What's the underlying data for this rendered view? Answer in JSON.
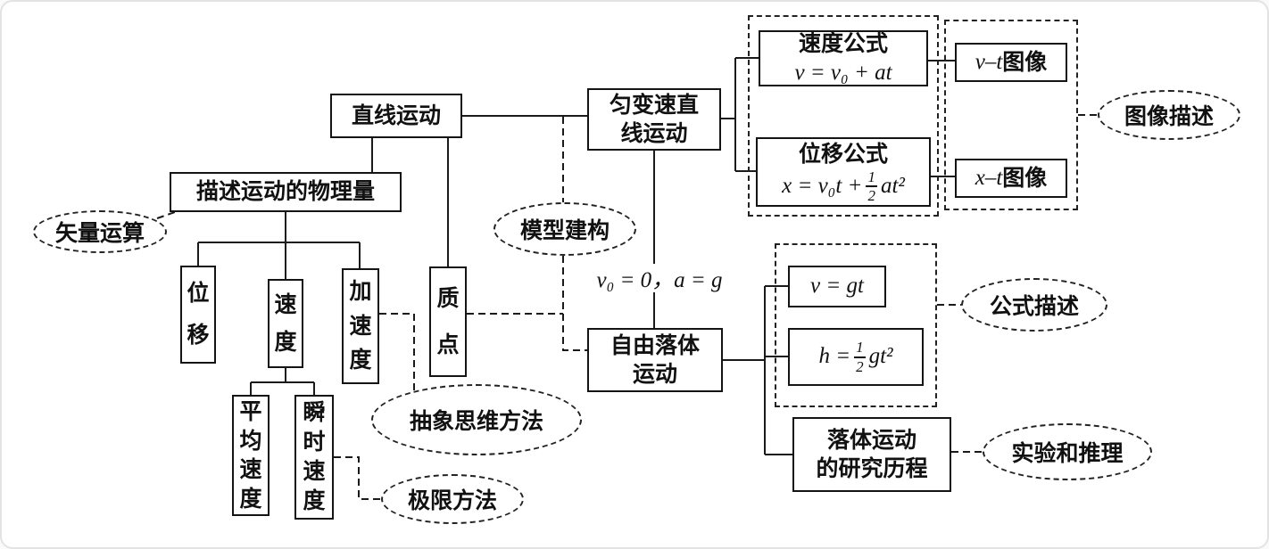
{
  "nodes": {
    "linear_motion": "直线运动",
    "quantities": "描述运动的物理量",
    "displacement": "位移",
    "velocity": "速度",
    "acceleration": "加速度",
    "particle": "质点",
    "average_velocity": "平均速度",
    "instant_velocity": "瞬时速度",
    "uniform_motion": "匀变速直\n线运动",
    "free_fall": "自由落体\n运动",
    "velocity_formula": {
      "title": "速度公式",
      "expr": "v = v₀ + at"
    },
    "displacement_formula": {
      "title": "位移公式",
      "expr_pre": "x = v₀t +",
      "frac_num": "1",
      "frac_den": "2",
      "expr_post": "at²"
    },
    "vt_graph": {
      "var": "v–t",
      "suffix": "图像"
    },
    "xt_graph": {
      "var": "x–t",
      "suffix": "图像"
    },
    "v_eq_gt": {
      "expr": "v = gt"
    },
    "h_eq": {
      "expr_pre": "h =",
      "frac_num": "1",
      "frac_den": "2",
      "expr_post": "gt²"
    },
    "fall_history": "落体运动\n的研究历程"
  },
  "ellipses": {
    "vector_operations": "矢量运算",
    "model_building": "模型建构",
    "abstract_thinking": "抽象思维方法",
    "limit_method": "极限方法",
    "graph_description": "图像描述",
    "formula_description": "公式描述",
    "experiment_reasoning": "实验和推理"
  },
  "edge_labels": {
    "freefall_condition": "v₀ = 0，a = g"
  },
  "colors": {
    "line": "#1a1a1a",
    "box_border": "#141414",
    "background": "#ffffff",
    "frame_border": "#e3e3e3"
  }
}
